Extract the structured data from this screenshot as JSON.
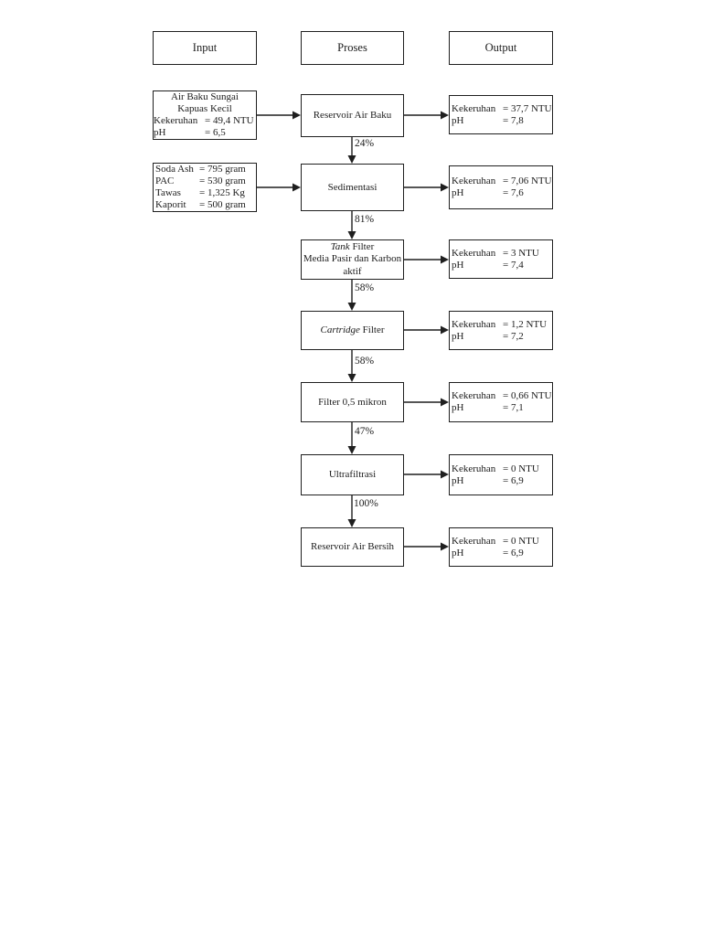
{
  "colors": {
    "ink": "#1c1c1c",
    "paper": "#ffffff"
  },
  "headers": {
    "input": "Input",
    "proses": "Proses",
    "output": "Output"
  },
  "percents": [
    "24%",
    "81%",
    "58%",
    "58%",
    "47%",
    "100%"
  ],
  "inputs": [
    {
      "title1": "Air Baku Sungai",
      "title2": "Kapuas Kecil",
      "rows": [
        {
          "label": "Kekeruhan",
          "value": "= 49,4 NTU"
        },
        {
          "label": "pH",
          "value": "= 6,5"
        }
      ]
    },
    {
      "rows": [
        {
          "label": "Soda Ash",
          "value": "= 795 gram"
        },
        {
          "label": "PAC",
          "value": "= 530 gram"
        },
        {
          "label": "Tawas",
          "value": "= 1,325 Kg"
        },
        {
          "label": "Kaporit",
          "value": "= 500 gram"
        }
      ]
    }
  ],
  "processes": [
    {
      "text": "Reservoir Air Baku"
    },
    {
      "text": "Sedimentasi"
    },
    {
      "italic": "Tank",
      "rest": " Filter",
      "line2": "Media Pasir dan Karbon",
      "line3": "aktif"
    },
    {
      "italic": "Cartridge",
      "rest": " Filter"
    },
    {
      "text": "Filter 0,5 mikron"
    },
    {
      "text": "Ultrafiltrasi"
    },
    {
      "text": "Reservoir Air Bersih"
    }
  ],
  "outputs": [
    {
      "rows": [
        {
          "label": "Kekeruhan",
          "value": "= 37,7 NTU"
        },
        {
          "label": "pH",
          "value": "= 7,8"
        }
      ]
    },
    {
      "rows": [
        {
          "label": "Kekeruhan",
          "value": "= 7,06 NTU"
        },
        {
          "label": "pH",
          "value": "= 7,6"
        }
      ]
    },
    {
      "rows": [
        {
          "label": "Kekeruhan",
          "value": "= 3 NTU"
        },
        {
          "label": "pH",
          "value": "= 7,4"
        }
      ]
    },
    {
      "rows": [
        {
          "label": "Kekeruhan",
          "value": "= 1,2 NTU"
        },
        {
          "label": "pH",
          "value": "= 7,2"
        }
      ]
    },
    {
      "rows": [
        {
          "label": "Kekeruhan",
          "value": "= 0,66 NTU"
        },
        {
          "label": "pH",
          "value": "= 7,1"
        }
      ]
    },
    {
      "rows": [
        {
          "label": "Kekeruhan",
          "value": "= 0 NTU"
        },
        {
          "label": "pH",
          "value": "= 6,9"
        }
      ]
    },
    {
      "rows": [
        {
          "label": "Kekeruhan",
          "value": "= 0 NTU"
        },
        {
          "label": "pH",
          "value": "= 6,9"
        }
      ]
    }
  ]
}
